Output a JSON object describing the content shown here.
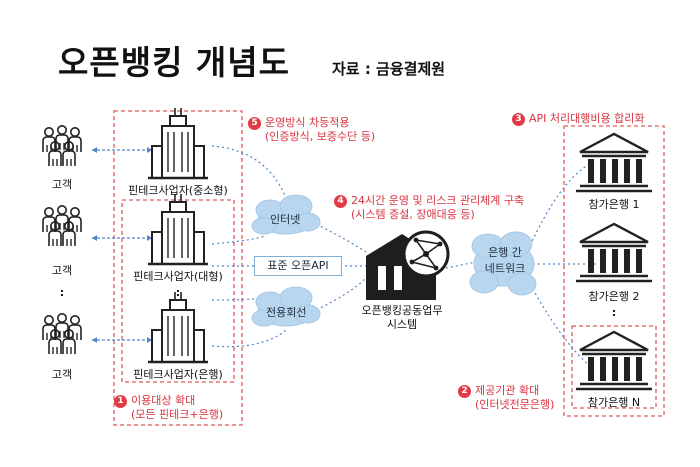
{
  "header": {
    "title": "오픈뱅킹 개념도",
    "source": "자료 : 금융결제원"
  },
  "customers": [
    {
      "label": "고객"
    },
    {
      "label": "고객"
    },
    {
      "label": "고객"
    }
  ],
  "customer_ellipsis": ":",
  "fintech": {
    "top": "핀테크사업자(중소형)",
    "mid": "핀테크사업자(대형)",
    "bottom": "핀테크사업자(은행)",
    "ellipsis": ":"
  },
  "networks": {
    "internet": "인터넷",
    "leased": "전용회선",
    "api": "표준 오픈API",
    "bank_net_1": "은행 간",
    "bank_net_2": "네트워크"
  },
  "system": {
    "line1": "오픈뱅킹공동업무",
    "line2": "시스템"
  },
  "banks": {
    "b1": "참가은행 1",
    "b2": "참가은행 2",
    "bn": "참가은행 N",
    "ellipsis": ":"
  },
  "annotations": {
    "n1": "1",
    "a1_l1": "이용대상 확대",
    "a1_l2": "(모든 핀테크+은행)",
    "n2": "2",
    "a2_l1": "제공기관 확대",
    "a2_l2": "(인터넷전문은행)",
    "n3": "3",
    "a3_l1": "API 처리대행비용 합리화",
    "n4": "4",
    "a4_l1": "24시간 운영 및 리스크 관리체계 구축",
    "a4_l2": "(시스템 증설, 장애대응 등)",
    "n5": "5",
    "a5_l1": "운영방식 차등적용",
    "a5_l2": "(인증방식, 보증수단 등)"
  },
  "colors": {
    "accent_red": "#d9333f",
    "dashed_border": "#e05a5a",
    "cloud_blue": "#b9d6ef",
    "dotted_blue": "#4f86c6",
    "icon_dark": "#222222"
  }
}
